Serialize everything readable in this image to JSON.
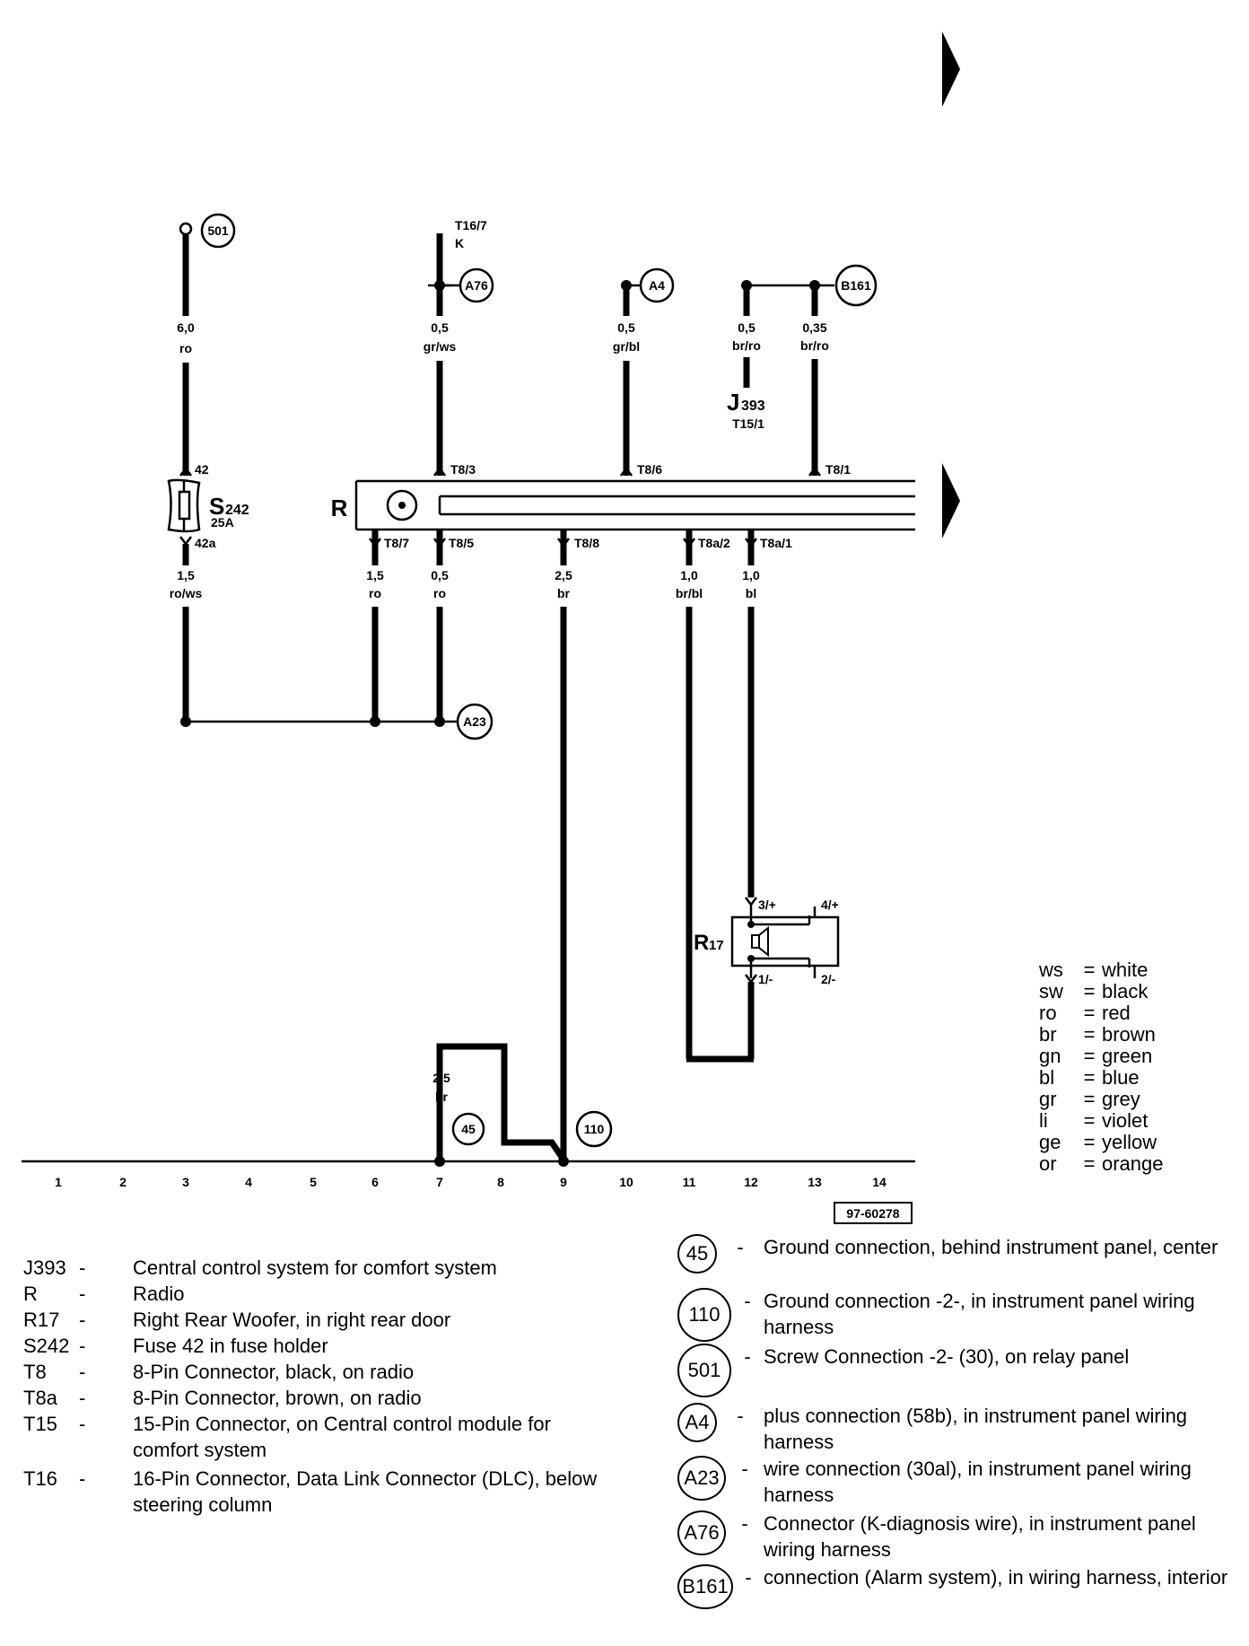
{
  "diagram": {
    "radio_label": "R",
    "fuse": {
      "code": "S",
      "sub": "242",
      "amps": "25A",
      "top_term": "42",
      "bottom_term": "42a"
    },
    "woofer": {
      "code": "R",
      "sub": "17",
      "t1": "3/+",
      "t2": "4/+",
      "t3": "1/-",
      "t4": "2/-"
    },
    "j393": {
      "code": "J",
      "sub": "393",
      "pin": "T15/1"
    },
    "t16": {
      "pin": "T16/7",
      "k": "K"
    },
    "nodes": {
      "n501": "501",
      "a76": "A76",
      "a4": "A4",
      "b161": "B161",
      "a23": "A23",
      "g45": "45",
      "g110": "110"
    },
    "wires": [
      {
        "size": "6,0",
        "color": "ro"
      },
      {
        "size": "0,5",
        "color": "gr/ws"
      },
      {
        "size": "0,5",
        "color": "gr/bl"
      },
      {
        "size": "0,5",
        "color": "br/ro"
      },
      {
        "size": "0,35",
        "color": "br/ro"
      },
      {
        "size": "1,5",
        "color": "ro/ws"
      },
      {
        "size": "1,5",
        "color": "ro"
      },
      {
        "size": "0,5",
        "color": "ro"
      },
      {
        "size": "2,5",
        "color": "br"
      },
      {
        "size": "1,0",
        "color": "br/bl"
      },
      {
        "size": "1,0",
        "color": "bl"
      },
      {
        "size": "2,5",
        "color": "br"
      }
    ],
    "pins": {
      "t8_3": "T8/3",
      "t8_6": "T8/6",
      "t8_1": "T8/1",
      "t8_7": "T8/7",
      "t8_5": "T8/5",
      "t8_8": "T8/8",
      "t8a_2": "T8a/2",
      "t8a_1": "T8a/1"
    },
    "scale": [
      "1",
      "2",
      "3",
      "4",
      "5",
      "6",
      "7",
      "8",
      "9",
      "10",
      "11",
      "12",
      "13",
      "14"
    ],
    "ref": "97-60278"
  },
  "color_legend": [
    {
      "k": "ws",
      "v": "white"
    },
    {
      "k": "sw",
      "v": "black"
    },
    {
      "k": "ro",
      "v": "red"
    },
    {
      "k": "br",
      "v": "brown"
    },
    {
      "k": "gn",
      "v": "green"
    },
    {
      "k": "bl",
      "v": "blue"
    },
    {
      "k": "gr",
      "v": "grey"
    },
    {
      "k": "li",
      "v": "violet"
    },
    {
      "k": "ge",
      "v": "yellow"
    },
    {
      "k": "or",
      "v": "orange"
    }
  ],
  "components": [
    {
      "code": "J393",
      "desc": "Central control system for comfort system"
    },
    {
      "code": "R",
      "desc": "Radio"
    },
    {
      "code": "R17",
      "desc": "Right Rear Woofer, in right rear door"
    },
    {
      "code": "S242",
      "desc": "Fuse 42 in fuse holder"
    },
    {
      "code": "T8",
      "desc": "8-Pin Connector, black, on radio"
    },
    {
      "code": "T8a",
      "desc": "8-Pin Connector, brown, on radio"
    },
    {
      "code": "T15",
      "desc": "15-Pin Connector, on Central control module for comfort system"
    },
    {
      "code": "T16",
      "desc": "16-Pin Connector, Data Link Connector (DLC), below steering column"
    }
  ],
  "connections": [
    {
      "id": "45",
      "desc": "Ground connection, behind instrument panel, center"
    },
    {
      "id": "110",
      "desc": "Ground connection -2-, in instrument panel wiring harness"
    },
    {
      "id": "501",
      "desc": "Screw Connection -2- (30), on relay panel"
    },
    {
      "id": "A4",
      "desc": "plus connection (58b), in instrument panel wiring harness"
    },
    {
      "id": "A23",
      "desc": "wire connection (30al), in instrument panel wiring harness"
    },
    {
      "id": "A76",
      "desc": "Connector (K-diagnosis wire), in instrument panel wiring harness"
    },
    {
      "id": "B161",
      "desc": "connection (Alarm system), in wiring harness, interior"
    }
  ]
}
